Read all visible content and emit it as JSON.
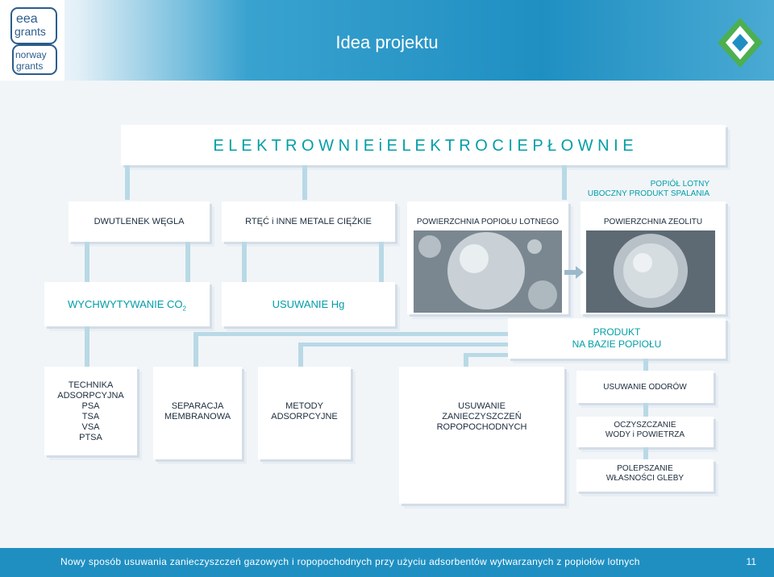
{
  "header": {
    "title": "Idea projektu",
    "logos": {
      "eea": {
        "line1": "eea",
        "line2": "grants"
      },
      "norway": {
        "line1": "norway",
        "line2": "grants"
      }
    }
  },
  "top_banner": {
    "text": "E L E K T R O W N I E   i   E L E K T R O C I E P Ł O W N I E"
  },
  "byproduct_note": {
    "line1": "POPIÓŁ LOTNY",
    "line2": "UBOCZNY PRODUKT SPALANIA"
  },
  "row2": {
    "items": [
      "DWUTLENEK WĘGLA",
      "RTĘĆ i  INNE METALE CIĘŻKIE",
      "POWIERZCHNIA POPIOŁU LOTNEGO",
      "POWIERZCHNIA ZEOLITU"
    ]
  },
  "row3": {
    "capture_co2": {
      "main": "WYCHWYTYWANIE CO",
      "sub": "2"
    },
    "remove_hg": "USUWANIE Hg",
    "product": {
      "line1": "PRODUKT",
      "line2": "NA BAZIE POPIOŁU"
    }
  },
  "row4": {
    "technika": [
      "TECHNIKA",
      "ADSORPCYJNA",
      "PSA",
      "TSA",
      "VSA",
      "PTSA"
    ],
    "separacja": [
      "SEPARACJA",
      "MEMBRANOWA"
    ],
    "metody": [
      "METODY",
      "ADSORPCYJNE"
    ],
    "usuwanie": [
      "USUWANIE",
      "ZANIECZYSZCZEŃ",
      "ROPOPOCHODNYCH"
    ],
    "odory": "USUWANIE ODORÓW",
    "oczyszczanie": [
      "OCZYSZCZANIE",
      "WODY i POWIETRZA"
    ],
    "polepszanie": [
      "POLEPSZANIE",
      "WŁASNOŚCI GLEBY"
    ]
  },
  "footer": {
    "text": "Nowy sposób usuwania zanieczyszczeń gazowych i ropopochodnych przy użyciu adsorbentów wytwarzanych z popiołów lotnych",
    "page": "11"
  },
  "colors": {
    "teal": "#009ea8",
    "blue": "#1f6eb3",
    "header_blue": "#1f8fc2",
    "dark": "#1a2b3c"
  }
}
